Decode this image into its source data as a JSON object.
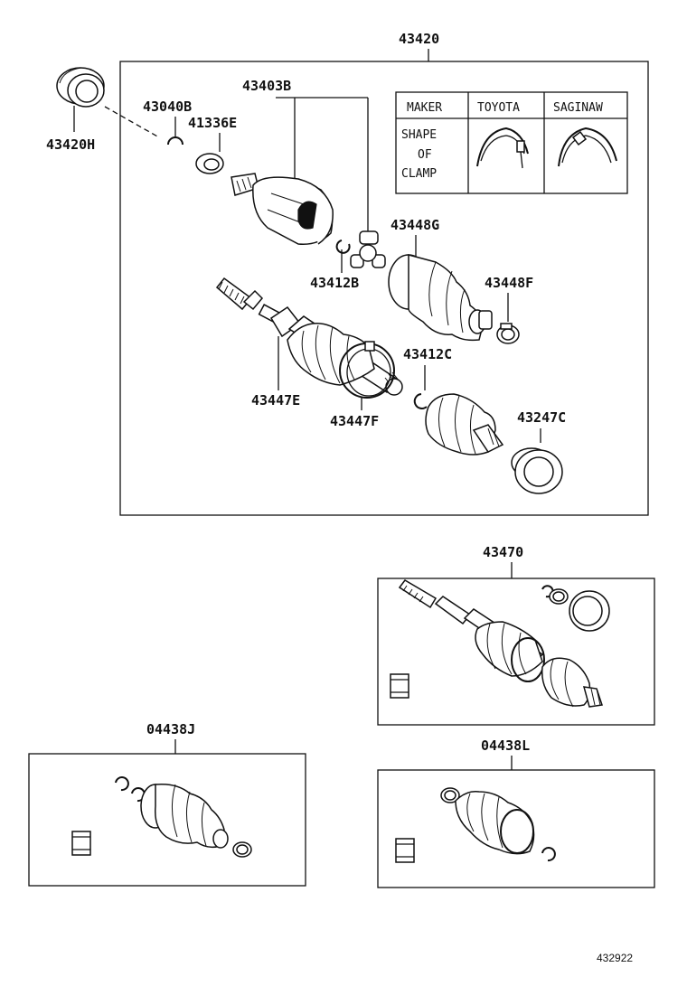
{
  "labels": {
    "assembly_43420": "43420",
    "part_43420h": "43420H",
    "part_43040b": "43040B",
    "part_41336e": "41336E",
    "part_43403b": "43403B",
    "part_43448g": "43448G",
    "part_43412b": "43412B",
    "part_43448f": "43448F",
    "part_43412c": "43412C",
    "part_43447e": "43447E",
    "part_43447f": "43447F",
    "part_43247c": "43247C",
    "assembly_43470": "43470",
    "kit_04438j": "04438J",
    "kit_04438l": "04438L"
  },
  "clamp_table": {
    "maker_header": "MAKER",
    "col_toyota": "TOYOTA",
    "col_saginaw": "SAGINAW",
    "row_label": [
      "SHAPE",
      "OF",
      "CLAMP"
    ]
  },
  "footer": {
    "illustration_number": "432922"
  },
  "icons": [
    "drive-shaft-icon",
    "boot-icon",
    "clamp-icon",
    "snap-ring-icon",
    "dust-deflector-icon",
    "bearing-icon",
    "tripod-joint-icon",
    "outboard-joint-icon",
    "grease-tube-icon"
  ]
}
